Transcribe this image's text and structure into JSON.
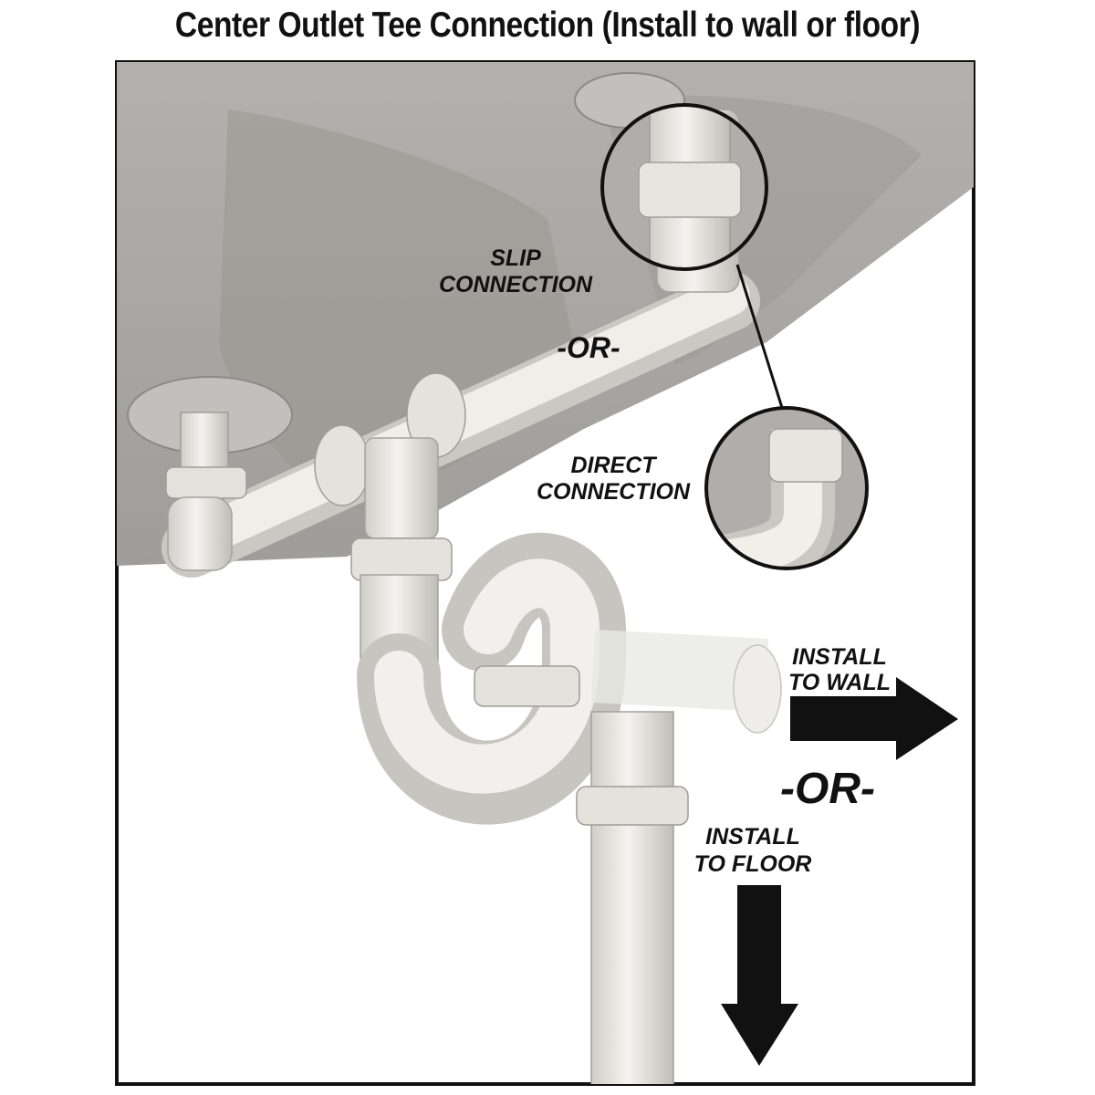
{
  "title": "Center Outlet Tee Connection (Install to wall or floor)",
  "labels": {
    "slip_line1": "SLIP",
    "slip_line2": "CONNECTION",
    "or_top": "-OR-",
    "direct_line1": "DIRECT",
    "direct_line2": "CONNECTION",
    "wall_line1": "INSTALL",
    "wall_line2": "TO WALL",
    "or_right": "-OR-",
    "floor_line1": "INSTALL",
    "floor_line2": "TO FLOOR"
  },
  "colors": {
    "sink": "#a8a6a2",
    "sink_dark": "#8e8c88",
    "sink_rim": "#bdbbb7",
    "pipe": "#e9e8e3",
    "pipe_shade": "#c9c8c2",
    "frame": "#111111",
    "text": "#111111"
  }
}
